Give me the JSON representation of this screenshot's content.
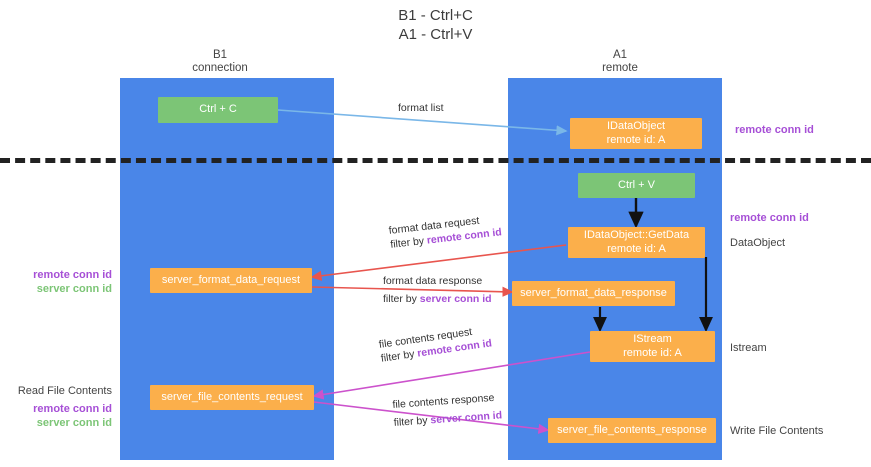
{
  "title": {
    "line1": "B1 - Ctrl+C",
    "line2": "A1 - Ctrl+V"
  },
  "lanes": [
    {
      "name": "B1",
      "sub": "connection"
    },
    {
      "name": "A1",
      "sub": "remote"
    }
  ],
  "nodes": {
    "ctrl_c": {
      "line1": "Ctrl + C",
      "line2": ""
    },
    "ctrl_v": {
      "line1": "Ctrl + V",
      "line2": ""
    },
    "idataobject": {
      "line1": "IDataObject",
      "line2": "remote id: A"
    },
    "getdata": {
      "line1": "IDataObject::GetData",
      "line2": "remote id: A"
    },
    "format_request": {
      "line1": "server_format_data_request",
      "line2": ""
    },
    "format_response": {
      "line1": "server_format_data_response",
      "line2": ""
    },
    "istream": {
      "line1": "IStream",
      "line2": "remote id: A"
    },
    "file_request": {
      "line1": "server_file_contents_request",
      "line2": ""
    },
    "file_response": {
      "line1": "server_file_contents_response",
      "line2": ""
    }
  },
  "edges": {
    "format_list": "format list",
    "format_data_request": "format data request",
    "format_data_request_filter_prefix": "filter by ",
    "format_data_request_filter_key": "remote conn id",
    "format_data_response": "format data response",
    "format_data_response_filter_prefix": "filter by ",
    "format_data_response_filter_key": "server conn id",
    "file_contents_request": "file contents request",
    "file_contents_request_filter_prefix": "filter by ",
    "file_contents_request_filter_key": "remote conn id",
    "file_contents_response": "file contents response",
    "file_contents_response_filter_prefix": "filter by ",
    "file_contents_response_filter_key": "server conn id"
  },
  "annotations": {
    "right_remote_conn_1": "remote conn id",
    "right_remote_conn_2": "remote conn id",
    "right_dataobject": "DataObject",
    "right_istream": "Istream",
    "right_write_file": "Write File Contents",
    "left_remote_conn": "remote conn id",
    "left_server_conn": "server conn id",
    "left_read_file": "Read File Contents",
    "left_remote_conn_2": "remote conn id",
    "left_server_conn_2": "server conn id"
  },
  "colors": {
    "lane": "#4a86e8",
    "node_orange": "#fbaf4b",
    "node_green": "#7cc576",
    "remote_conn": "#a64fd6",
    "server_conn": "#7cc576",
    "arrow_red": "#e8554e",
    "arrow_magenta": "#cc52cc",
    "arrow_blue": "#7ab7e8",
    "arrow_black": "#111111",
    "divider": "#222222"
  }
}
